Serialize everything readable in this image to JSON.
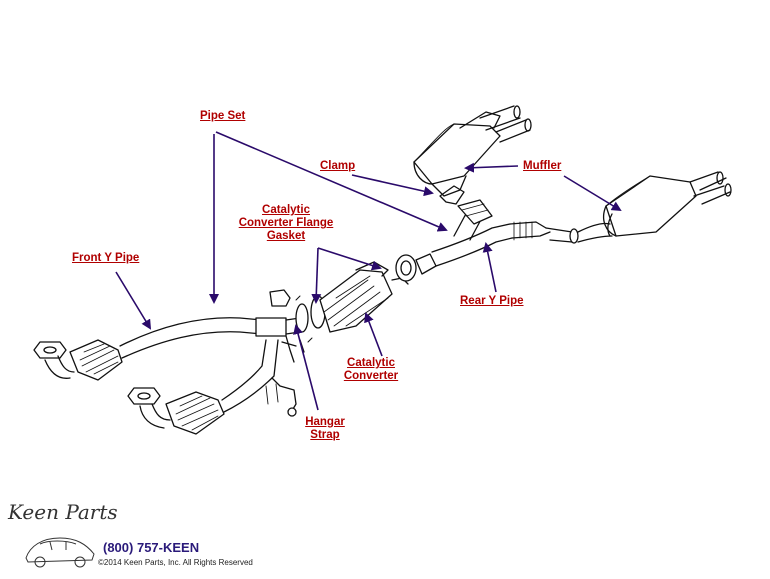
{
  "labels": {
    "pipe_set": "Pipe Set",
    "clamp": "Clamp",
    "muffler": "Muffler",
    "gasket_line1": "Catalytic",
    "gasket_line2": "Converter Flange",
    "gasket_line3": "Gasket",
    "front_y_pipe": "Front Y Pipe",
    "rear_y_pipe": "Rear Y Pipe",
    "converter_line1": "Catalytic",
    "converter_line2": "Converter",
    "hangar_line1": "Hangar",
    "hangar_line2": "Strap"
  },
  "footer": {
    "logo": "Keen Parts",
    "phone": "(800) 757-KEEN",
    "copyright": "©2014 Keen Parts, Inc. All Rights Reserved"
  },
  "colors": {
    "label": "#b00000",
    "arrow": "#2a0a6a",
    "line_art": "#111111"
  }
}
